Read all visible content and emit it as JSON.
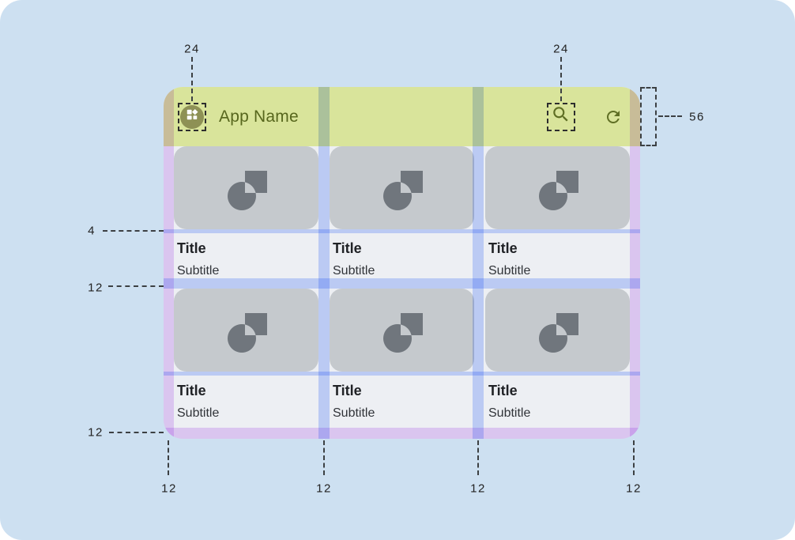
{
  "mock_app": {
    "title": "App Name",
    "toolbar_icons": {
      "app_icon": "dashboard-grid",
      "search_icon": "magnifier",
      "refresh_icon": "refresh-arrow"
    },
    "cards": [
      {
        "title": "Title",
        "subtitle": "Subtitle"
      },
      {
        "title": "Title",
        "subtitle": "Subtitle"
      },
      {
        "title": "Title",
        "subtitle": "Subtitle"
      },
      {
        "title": "Title",
        "subtitle": "Subtitle"
      },
      {
        "title": "Title",
        "subtitle": "Subtitle"
      },
      {
        "title": "Title",
        "subtitle": "Subtitle"
      }
    ]
  },
  "annotations": {
    "app_icon_size": "24",
    "search_icon_size": "24",
    "appbar_height": "56",
    "image_text_gap": "4",
    "row_gap": "12",
    "bottom_margin": "12",
    "bottom_spacings": [
      "12",
      "12",
      "12",
      "12"
    ]
  },
  "colors": {
    "page_background": "#CDE0F1",
    "appbar_green": "#D9E49B",
    "appbar_text_olive": "#57661d",
    "app_icon_circle": "#8E9155",
    "content_background": "#EDEFF3",
    "card_image_gray": "#C5C9CD",
    "card_icon_gray": "#70767D",
    "overlay_blue": "#C9D8FF",
    "overlay_purple": "#EBD3FB",
    "annotation_ink": "#3c4043"
  }
}
